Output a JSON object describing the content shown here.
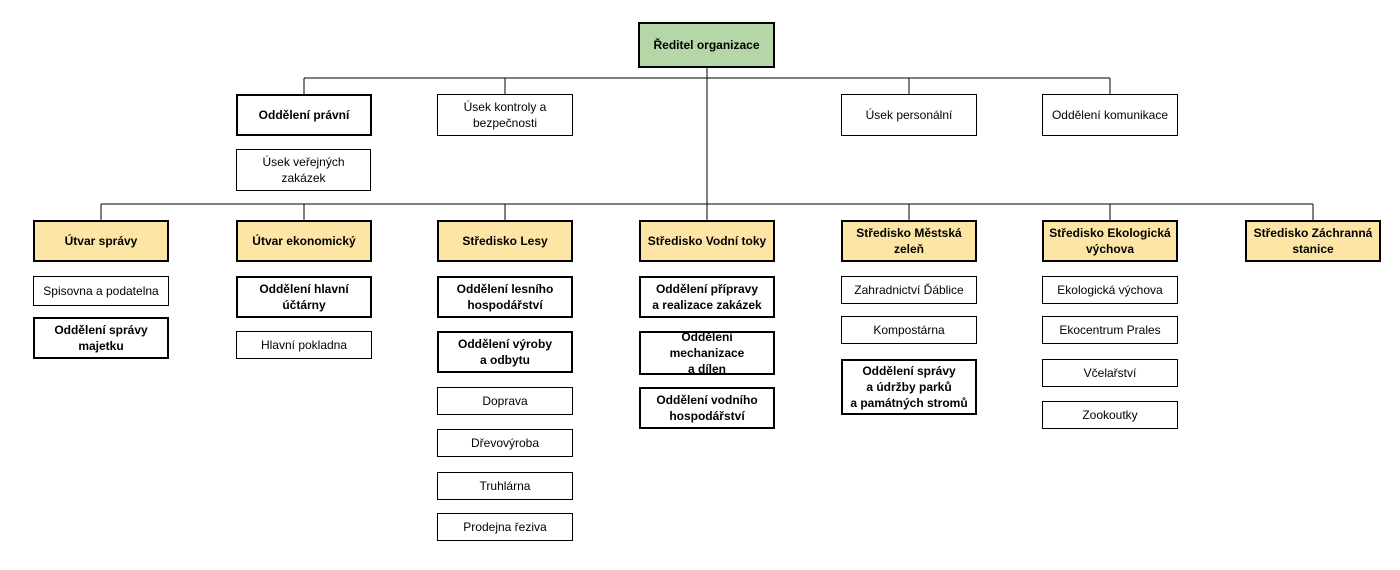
{
  "director": {
    "label": "Ředitel organizace",
    "fill": "#b5d7a8"
  },
  "staff": [
    {
      "label": "Oddělení právní"
    },
    {
      "label": "Úsek veřejných\nzakázek"
    },
    {
      "label": "Úsek kontroly a\nbezpečnosti"
    },
    {
      "label": "Úsek personální"
    },
    {
      "label": "Oddělení komunikace"
    }
  ],
  "centers_fill": "#fde6a5",
  "centers": [
    {
      "label": "Útvar správy",
      "units": [
        "Spisovna a podatelna",
        "Oddělení správy\nmajetku"
      ]
    },
    {
      "label": "Útvar ekonomický",
      "units": [
        "Oddělení hlavní\núčtárny",
        "Hlavní pokladna"
      ]
    },
    {
      "label": "Středisko Lesy",
      "units": [
        "Oddělení lesního\nhospodářství",
        "Oddělení výroby\na odbytu",
        "Doprava",
        "Dřevovýroba",
        "Truhlárna",
        "Prodejna řeziva"
      ]
    },
    {
      "label": "Středisko Vodní toky",
      "units": [
        "Oddělení přípravy\na realizace zakázek",
        "Oddělení\nmechanizace\na dílen",
        "Oddělení vodního\nhospodářství"
      ]
    },
    {
      "label": "Středisko Městská\nzeleň",
      "units": [
        "Zahradnictví Ďáblice",
        "Kompostárna",
        "Oddělení správy\na údržby parků\na památných stromů"
      ]
    },
    {
      "label": "Středisko Ekologická\nvýchova",
      "units": [
        "Ekologická výchova",
        "Ekocentrum Prales",
        "Včelařství",
        "Zookoutky"
      ]
    },
    {
      "label": "Středisko Záchranná\nstanice",
      "units": []
    }
  ]
}
